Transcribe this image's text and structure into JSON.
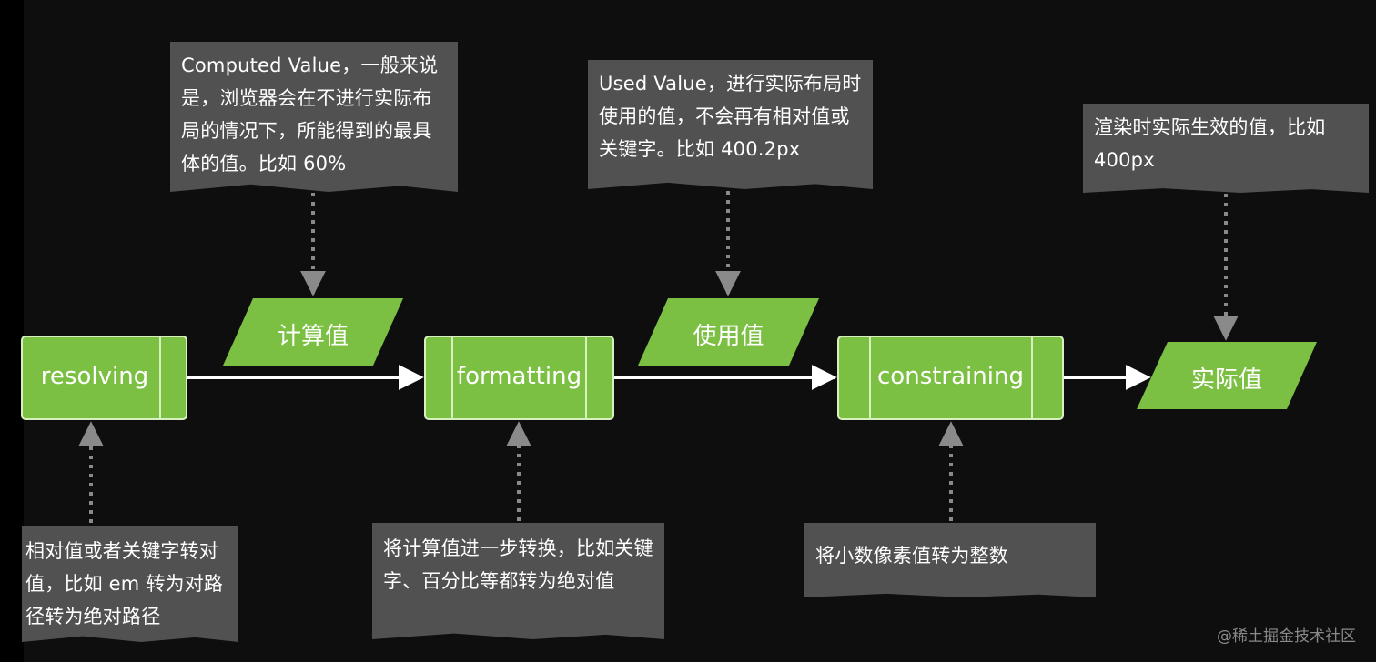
{
  "processes": [
    {
      "id": "resolving",
      "label": "resolving"
    },
    {
      "id": "formatting",
      "label": "formatting"
    },
    {
      "id": "constraining",
      "label": "constraining"
    }
  ],
  "values": [
    {
      "id": "computed",
      "label": "计算值"
    },
    {
      "id": "used",
      "label": "使用值"
    },
    {
      "id": "actual",
      "label": "实际值"
    }
  ],
  "notes": {
    "computed": "Computed Value，一般来说是，浏览器会在不进行实际布局的情况下，所能得到的最具体的值。比如 60%",
    "used": "Used Value，进行实际布局时使用的值，不会再有相对值或关键字。比如 400.2px",
    "actual": "渲染时实际生效的值，比如 400px",
    "resolving": "相对值或者关键字转对值，比如 em 转为对路径转为绝对路径",
    "formatting": "将计算值进一步转换，比如关键字、百分比等都转为绝对值",
    "constraining": "将小数像素值转为整数"
  },
  "watermark": "@稀土掘金技术社区",
  "colors": {
    "background": "#0e0e0e",
    "node_fill": "#7cc043",
    "node_stroke": "#d8f0c0",
    "note_fill": "#515151",
    "arrow": "#ffffff",
    "dotted_arrow": "#8a8a8a"
  }
}
